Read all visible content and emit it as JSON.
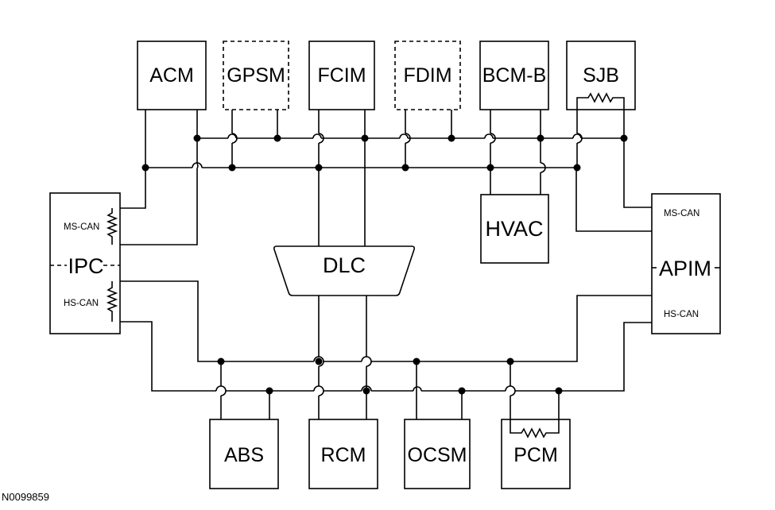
{
  "modules": {
    "acm": "ACM",
    "gpsm": "GPSM",
    "fcim": "FCIM",
    "fdim": "FDIM",
    "bcmb": "BCM-B",
    "sjb": "SJB",
    "hvac": "HVAC",
    "ipc": "IPC",
    "apim": "APIM",
    "dlc": "DLC",
    "abs": "ABS",
    "rcm": "RCM",
    "ocsm": "OCSM",
    "pcm": "PCM"
  },
  "bus_labels": {
    "ipc_ms": "MS-CAN",
    "ipc_hs": "HS-CAN",
    "apim_ms": "MS-CAN",
    "apim_hs": "HS-CAN"
  },
  "figure_id": "N0099859",
  "colors": {
    "line": "#000000",
    "background": "#ffffff"
  },
  "optional_modules": [
    "GPSM",
    "FDIM"
  ]
}
